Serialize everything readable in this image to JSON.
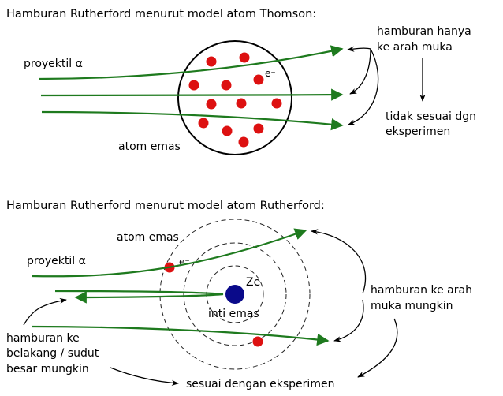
{
  "colors": {
    "trajectory": "#1e7a1e",
    "proton_charge": "#dd1111",
    "nucleus": "#0a0a8a",
    "electron": "#dd1111",
    "line": "#000000"
  },
  "thomson": {
    "title": "Hamburan Rutherford menurut model atom Thomson:",
    "projectile_label": "proyektil α",
    "electron_label": "e⁻",
    "atom_label": "atom emas",
    "scatter_note_line1": "hamburan hanya",
    "scatter_note_line2": "ke arah muka",
    "conclusion_line1": "tidak sesuai dgn",
    "conclusion_line2": "eksperimen"
  },
  "rutherford": {
    "title": "Hamburan Rutherford menurut model atom Rutherford:",
    "atom_label": "atom emas",
    "projectile_label": "proyektil α",
    "electron_label": "e⁻",
    "nucleus_charge_label": "Ze",
    "nucleus_label": "inti emas",
    "forward_note_line1": "hamburan ke arah",
    "forward_note_line2": "muka mungkin",
    "back_note_line1": "hamburan ke",
    "back_note_line2": "belakang / sudut",
    "back_note_line3": "besar mungkin",
    "conclusion": "sesuai dengan eksperimen"
  }
}
